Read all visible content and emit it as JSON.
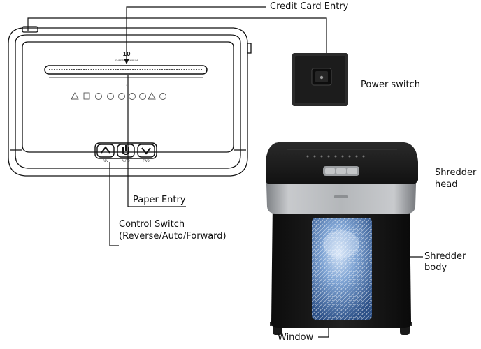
{
  "labels": {
    "credit_card_entry": "Credit Card Entry",
    "power_switch": "Power switch",
    "paper_entry": "Paper Entry",
    "control_switch_line1": "Control Switch",
    "control_switch_line2": "(Reverse/Auto/Forward)",
    "shredder_head_line1": "Shredder",
    "shredder_head_line2": "head",
    "shredder_body_line1": "Shredder",
    "shredder_body_line2": "body",
    "window": "Window"
  },
  "drawing": {
    "top_badge": "10",
    "top_badge_sub": "SHEETS MAXIMUM",
    "button_labels": [
      "REV",
      "AUTO",
      "FWD"
    ]
  },
  "colors": {
    "line": "#111111",
    "device_dark": "#1e1e1e",
    "device_silver": "#a9acaf",
    "window_blue": "#3f6fb0"
  }
}
